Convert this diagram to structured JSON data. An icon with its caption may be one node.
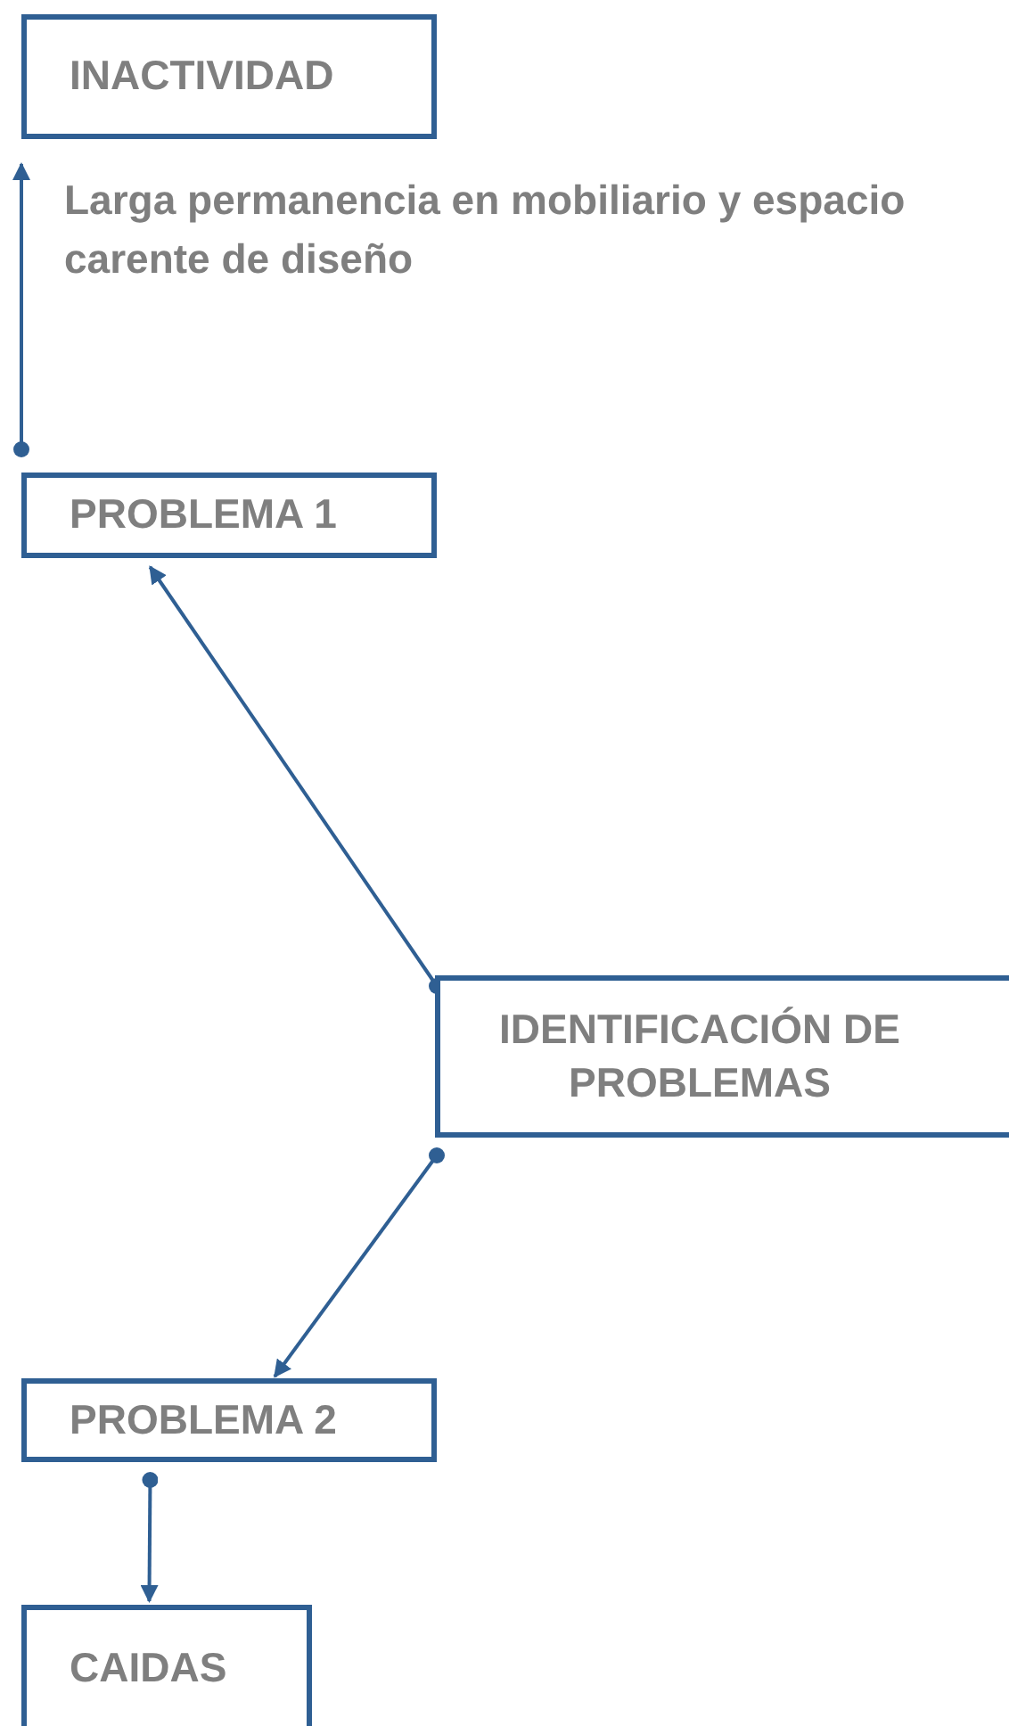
{
  "diagram": {
    "nodes": [
      {
        "text": [
          "INACTIVIDAD"
        ]
      },
      {
        "text": [
          "PROBLEMA 1"
        ]
      },
      {
        "text": [
          "IDENTIFICACIÓN DE PROBLEMAS"
        ]
      },
      {
        "text": [
          "PROBLEMA 2"
        ]
      },
      {
        "text": [
          "CAIDAS"
        ]
      }
    ],
    "edges": [
      {
        "from": 1,
        "to": 0,
        "arrow": "to",
        "label": "Larga permanencia en mobiliario y espacio carente de diseño"
      },
      {
        "from": 2,
        "to": 1,
        "arrow": "to"
      },
      {
        "from": 2,
        "to": 3,
        "arrow": "to"
      },
      {
        "from": 3,
        "to": 4,
        "arrow": "to"
      }
    ]
  }
}
